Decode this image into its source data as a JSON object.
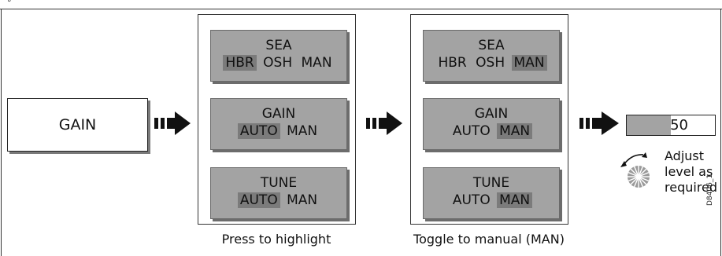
{
  "degree_mark": "°",
  "gain_key": {
    "label": "GAIN"
  },
  "panel1": {
    "caption": "Press to highlight",
    "menus": [
      {
        "title": "SEA",
        "options": [
          "HBR",
          "OSH",
          "MAN"
        ],
        "highlighted": "HBR"
      },
      {
        "title": "GAIN",
        "options": [
          "AUTO",
          "MAN"
        ],
        "highlighted": "AUTO"
      },
      {
        "title": "TUNE",
        "options": [
          "AUTO",
          "MAN"
        ],
        "highlighted": "AUTO"
      }
    ]
  },
  "panel2": {
    "caption": "Toggle to manual (MAN)",
    "menus": [
      {
        "title": "SEA",
        "options": [
          "HBR",
          "OSH",
          "MAN"
        ],
        "highlighted": "MAN"
      },
      {
        "title": "GAIN",
        "options": [
          "AUTO",
          "MAN"
        ],
        "highlighted": "MAN"
      },
      {
        "title": "TUNE",
        "options": [
          "AUTO",
          "MAN"
        ],
        "highlighted": "MAN"
      }
    ]
  },
  "level": {
    "value": "50",
    "fill_fraction": 0.5
  },
  "adjust_label": [
    "Adjust",
    "level as",
    "required"
  ],
  "figure_ref": "D8406_1",
  "colors": {
    "highlight": "#7b7b7b",
    "menu_bg": "#a3a3a3",
    "frame": "#333333"
  }
}
